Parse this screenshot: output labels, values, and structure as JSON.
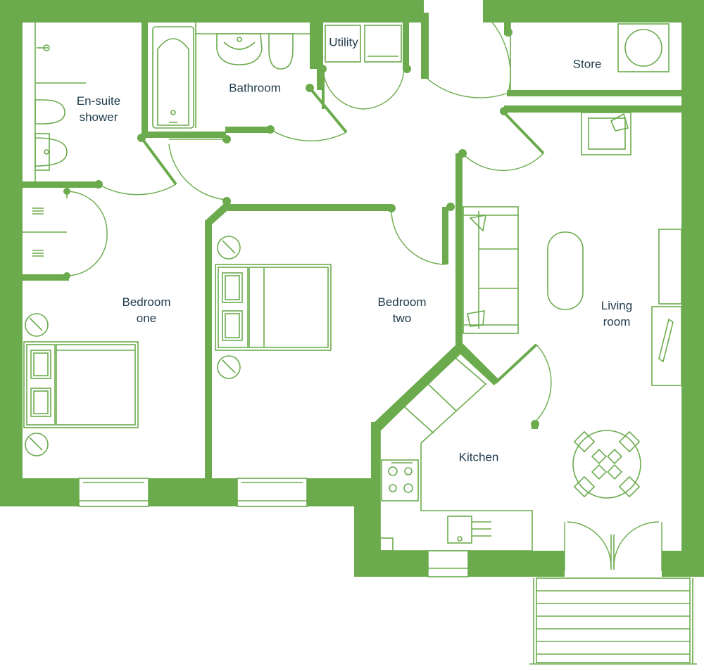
{
  "rooms": {
    "ensuite": [
      "En-suite",
      "shower"
    ],
    "bathroom": "Bathroom",
    "utility": "Utility",
    "store": "Store",
    "bedroom_one": [
      "Bedroom",
      "one"
    ],
    "bedroom_two": [
      "Bedroom",
      "two"
    ],
    "living_room": [
      "Living",
      "room"
    ],
    "kitchen": "Kitchen"
  },
  "colors": {
    "walls": "#6bab4d",
    "labels": "#1e3a4c",
    "background": "#ffffff"
  }
}
